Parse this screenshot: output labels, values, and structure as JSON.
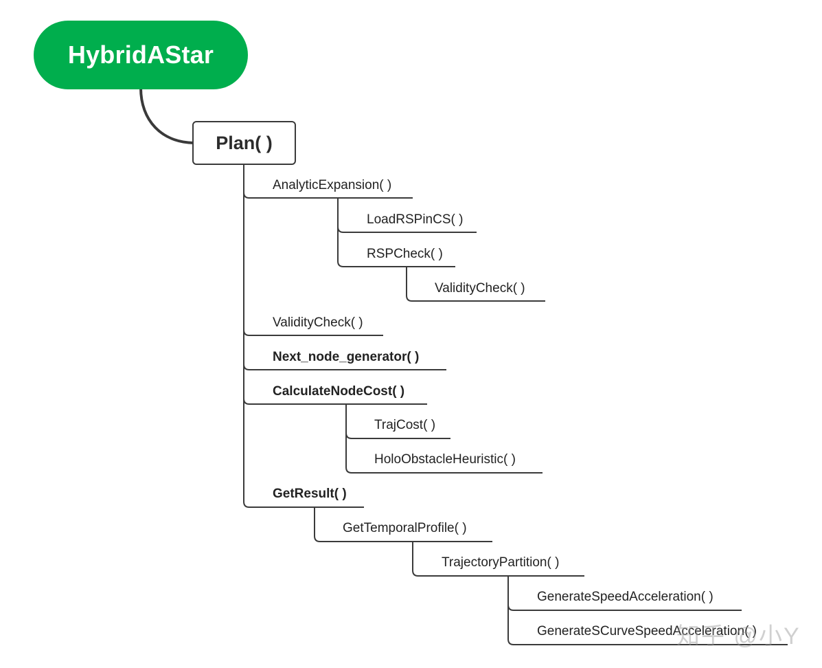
{
  "root": {
    "label": "HybridAStar"
  },
  "plan": {
    "label": "Plan( )"
  },
  "nodes": {
    "analytic_expansion": "AnalyticExpansion( )",
    "load_rsp_in_cs": "LoadRSPinCS( )",
    "rsp_check": "RSPCheck( )",
    "rsp_validity_check": "ValidityCheck( )",
    "validity_check": "ValidityCheck( )",
    "next_node_generator": "Next_node_generator( )",
    "calculate_node_cost": "CalculateNodeCost( )",
    "traj_cost": "TrajCost( )",
    "holo_obstacle_heuristic": "HoloObstacleHeuristic( )",
    "get_result": "GetResult( )",
    "get_temporal_profile": "GetTemporalProfile( )",
    "trajectory_partition": "TrajectoryPartition( )",
    "generate_speed_acceleration": "GenerateSpeedAcceleration( )",
    "generate_scurve_speed_acceleration": "GenerateSCurveSpeedAcceleration( )"
  },
  "watermark": "知乎 @小Y",
  "colors": {
    "root_fill": "#00ae4d",
    "line": "#3a3a3a",
    "text": "#222222"
  }
}
